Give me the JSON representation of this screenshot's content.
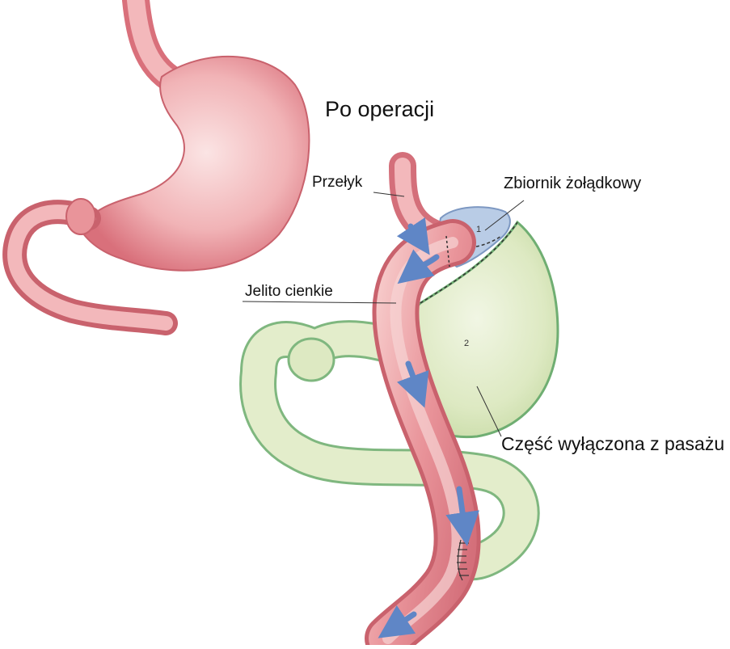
{
  "title": "Po operacji",
  "labels": {
    "esophagus": "Przełyk",
    "gastric_pouch": "Zbiornik żołądkowy",
    "small_intestine": "Jelito cienkie",
    "bypassed_part": "Część wyłączona z pasażu"
  },
  "markers": {
    "pouch_number": "1",
    "stomach_number": "2"
  },
  "colors": {
    "tissue_pink": "#e9949a",
    "tissue_dark": "#c9626d",
    "bypass_green": "#dde9c2",
    "bypass_outline": "#7fb77f",
    "pouch_blue": "#b9cce6",
    "arrow_blue": "#5f86c6"
  }
}
